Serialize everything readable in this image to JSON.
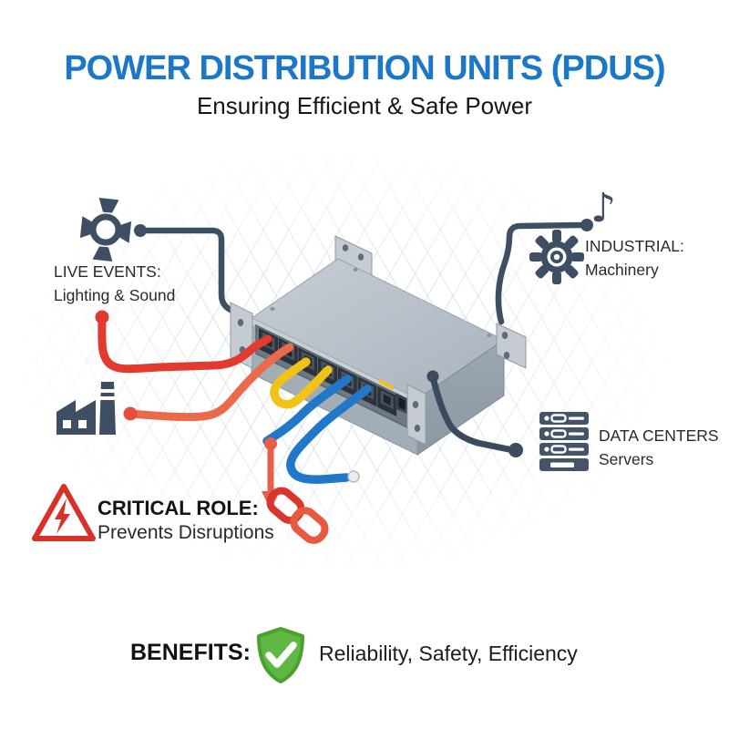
{
  "header": {
    "title": "POWER DISTRIBUTION UNITS (PDUS)",
    "subtitle": "Ensuring Efficient & Safe Power"
  },
  "connections": {
    "live_events": {
      "title": "LIVE EVENTS:",
      "subtitle": "Lighting & Sound",
      "icon": "stage-light-icon"
    },
    "industrial": {
      "title": "INDUSTRIAL:",
      "subtitle": "Machinery",
      "icon": "gear-icon",
      "secondary_icon": "music-note-icon"
    },
    "data_centers": {
      "title": "DATA CENTERS",
      "subtitle": "Servers",
      "icon": "server-rack-icon"
    },
    "manufacturing": {
      "icon": "factory-icon"
    }
  },
  "critical_role": {
    "title": "CRITICAL ROLE:",
    "subtitle": "Prevents Disruptions",
    "icons": [
      "warning-triangle-icon",
      "down-arrow-icon",
      "chain-link-icon"
    ]
  },
  "benefits": {
    "label": "BENEFITS:",
    "text": "Reliability, Safety, Efficiency",
    "icon": "shield-check-icon"
  },
  "device": {
    "name": "rack-mount power distribution unit",
    "large_ports": 7,
    "small_ports": 1,
    "cables": [
      "red",
      "orange",
      "yellow",
      "blue",
      "blue",
      "dark power cord"
    ]
  },
  "icons": {
    "music_note_glyph": "♪"
  },
  "colors": {
    "title_blue": "#1b77c8",
    "slate_icon": "#3e4f63",
    "cable_red": "#e23a2e",
    "cable_orange": "#ec6a4c",
    "cable_yellow": "#f2c218",
    "cable_blue": "#2278c8",
    "critical_red": "#d93127",
    "benefit_green": "#5fb843",
    "pdu_gray": "#b5bdc6"
  }
}
